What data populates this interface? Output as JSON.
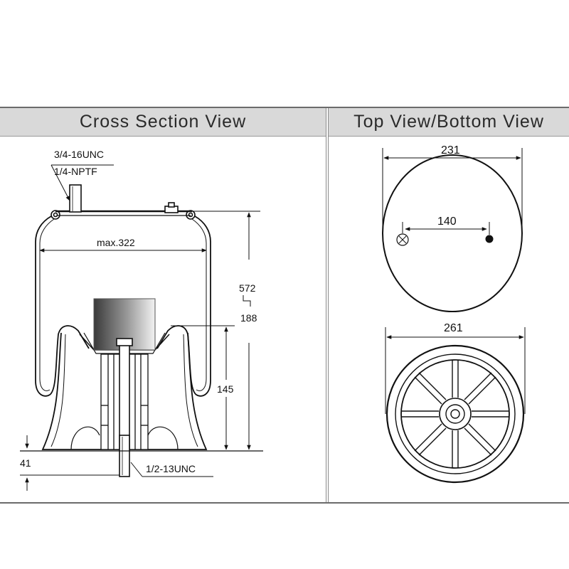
{
  "cross_section": {
    "title": "Cross Section View",
    "thread_top_a": "3/4-16UNC",
    "thread_top_b": "1/4-NPTF",
    "max_width": "max.322",
    "height_max": "572",
    "height_min": "188",
    "piston_height": "145",
    "stud_length": "41",
    "thread_bottom": "1/2-13UNC"
  },
  "top_bottom": {
    "title": "Top View/Bottom View",
    "top_diameter": "231",
    "hole_spacing": "140",
    "bottom_diameter": "261"
  }
}
